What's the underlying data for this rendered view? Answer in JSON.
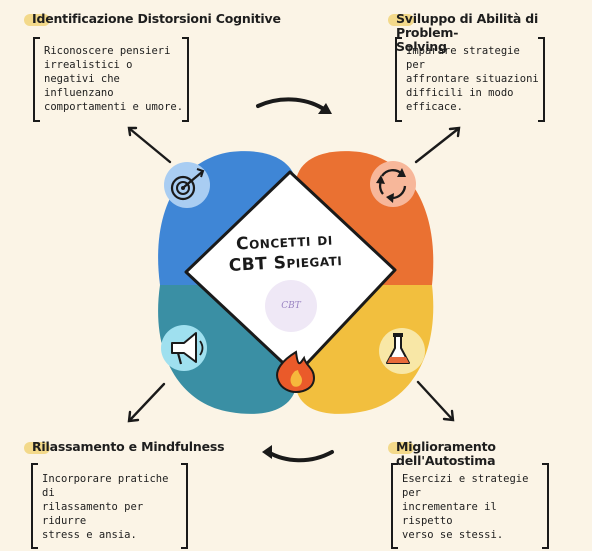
{
  "center": {
    "title_line1": "Concetti di",
    "title_line2": "CBT Spiegati",
    "logo_text": "CBT"
  },
  "concepts": [
    {
      "title": "Identificazione Distorsioni Cognitive",
      "text_lines": [
        "Riconoscere pensieri",
        "irrealistici o negativi che",
        "influenzano",
        "comportamenti e umore."
      ],
      "icon": "target-icon",
      "color": "#3f86d6"
    },
    {
      "title_lines": [
        "Sviluppo di Abilità di Problem-",
        "Solving"
      ],
      "text_lines": [
        "Imparare strategie per",
        "affrontare situazioni",
        "difficili in modo efficace."
      ],
      "icon": "recycle-arrows-icon",
      "color": "#ea7132"
    },
    {
      "title": "Rilassamento e Mindfulness",
      "text_lines": [
        "Incorporare pratiche di",
        "rilassamento per ridurre",
        "stress e ansia."
      ],
      "icon": "megaphone-icon",
      "color": "#3a8fa4"
    },
    {
      "title": "Miglioramento dell'Autostima",
      "text_lines": [
        "Esercizi e strategie per",
        "incrementare il rispetto",
        "verso se stessi."
      ],
      "icon": "flask-icon",
      "color": "#f2bf3e"
    }
  ],
  "colors": {
    "background": "#fbf4e6",
    "highlight": "#f3d98a",
    "blue_quadrant": "#3f86d6",
    "orange_quadrant": "#ea7132",
    "teal_quadrant": "#3a8fa4",
    "yellow_quadrant": "#f2bf3e"
  }
}
